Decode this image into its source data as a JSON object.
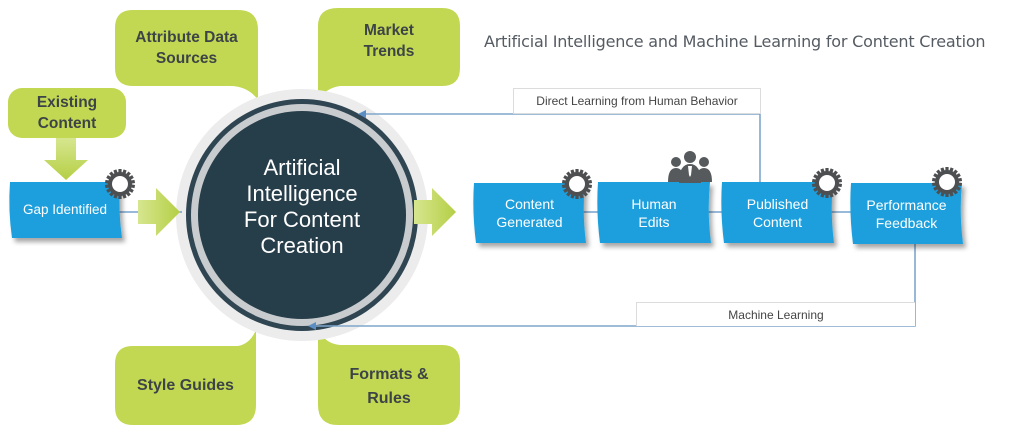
{
  "title": "Artificial Intelligence and Machine Learning for Content Creation",
  "core": {
    "lines": [
      "Artificial",
      "Intelligence",
      "For Content",
      "Creation"
    ]
  },
  "inputs": {
    "existing_content": [
      "Existing",
      "Content"
    ],
    "attribute_data_sources": [
      "Attribute Data",
      "Sources"
    ],
    "market_trends": [
      "Market",
      "Trends"
    ],
    "style_guides": [
      "Style Guides"
    ],
    "formats_rules": [
      "Formats &",
      "Rules"
    ]
  },
  "gap": {
    "label": "Gap Identified",
    "icon": "gear-icon"
  },
  "pipeline": [
    {
      "lines": [
        "Content",
        "Generated"
      ],
      "icon": "gear-icon"
    },
    {
      "lines": [
        "Human",
        "Edits"
      ],
      "icon": "people-icon"
    },
    {
      "lines": [
        "Published",
        "Content"
      ],
      "icon": "gear-icon"
    },
    {
      "lines": [
        "Performance",
        "Feedback"
      ],
      "icon": "gear-icon"
    }
  ],
  "feedback_loops": {
    "direct": "Direct Learning from Human Behavior",
    "machine": "Machine Learning"
  },
  "colors": {
    "green": "#c2d852",
    "green_arrow": "#b9d34a",
    "blue": "#1f9fdc",
    "core_fill": "#263d4a",
    "gear": "#4d4f51",
    "line": "#7fa6cc",
    "text_dark": "#3d4447"
  }
}
